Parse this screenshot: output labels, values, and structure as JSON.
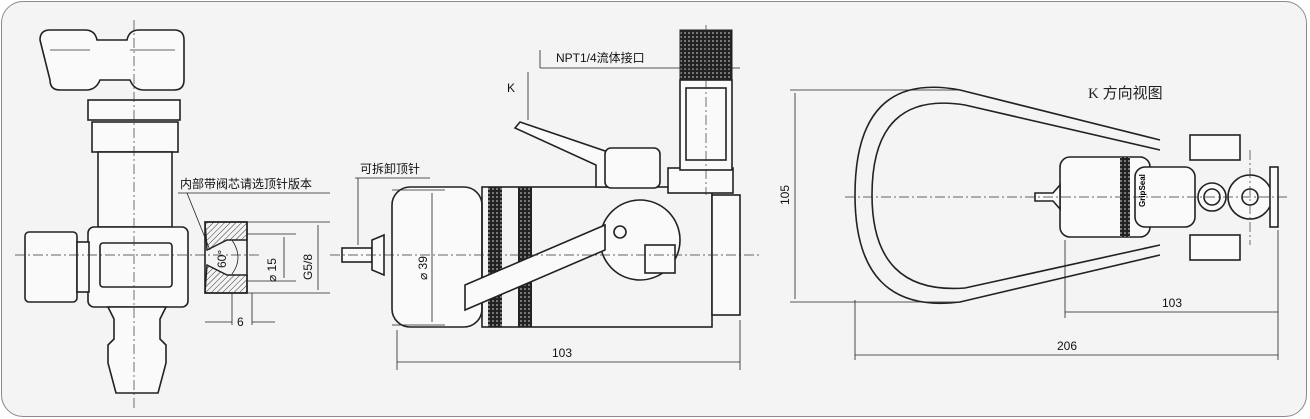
{
  "labels": {
    "npt_port": "NPT1/4流体接口",
    "k_arrow": "K",
    "removable_pin": "可拆卸顶针",
    "valve_core_note": "内部带阀芯请选顶针版本",
    "angle": "60°",
    "dia_15": "⌀ 15",
    "thread": "G5/8",
    "dim_6": "6",
    "dia_39": "⌀ 39",
    "length_side": "103",
    "k_view_title": "K 方向视图",
    "height_k": "105",
    "length_k_inner": "103",
    "length_k_total": "206"
  },
  "logo_text": "GripSeal"
}
